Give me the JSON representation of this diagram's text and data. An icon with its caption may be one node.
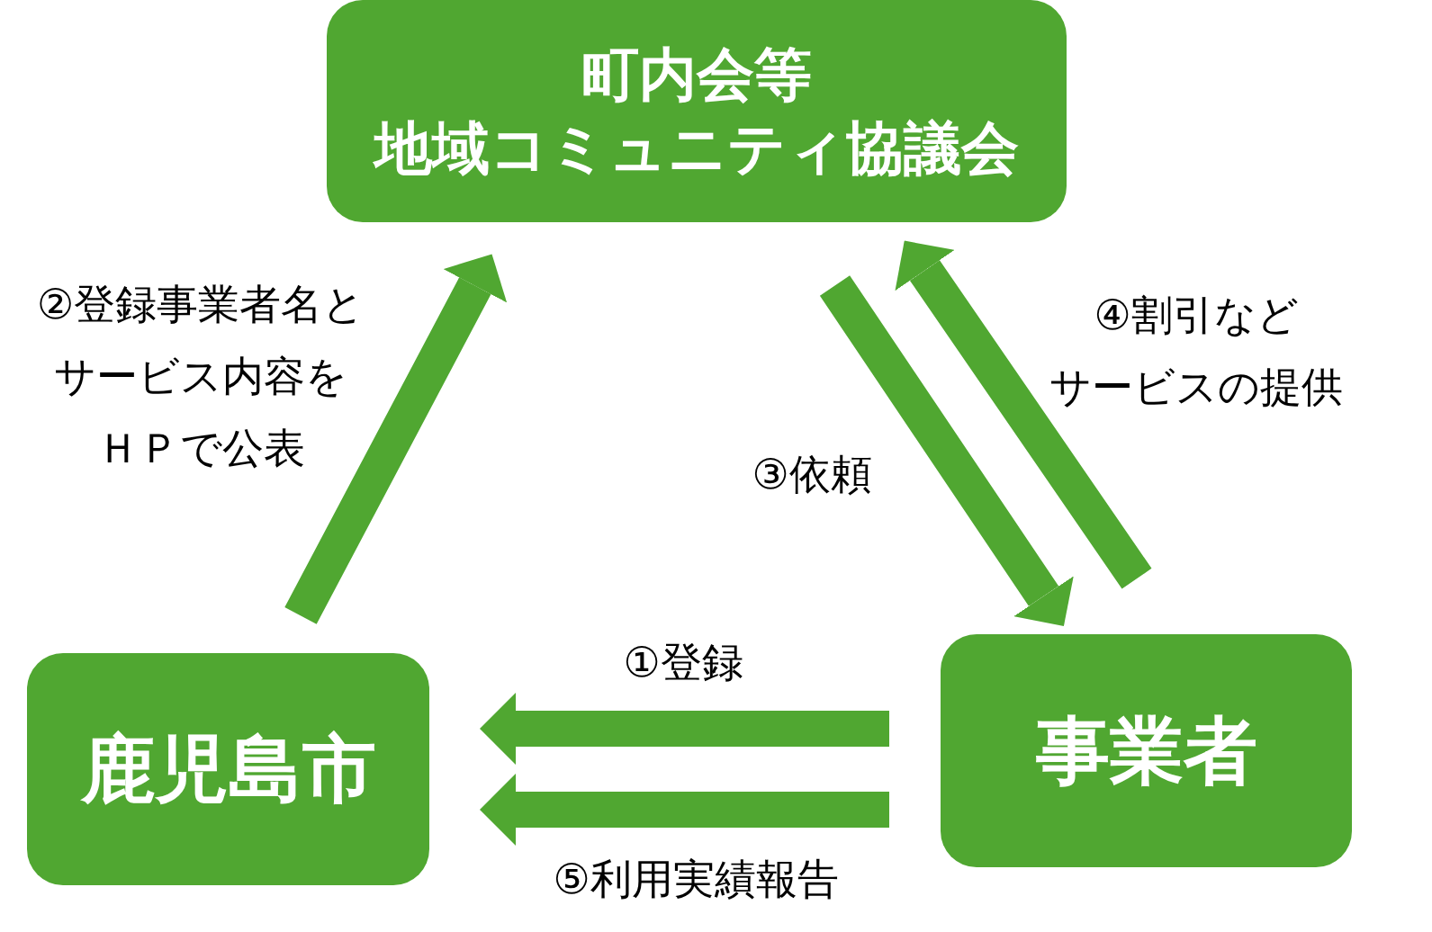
{
  "diagram": {
    "nodes": [
      {
        "text": [
          "町内会等",
          "地域コミュニティ協議会"
        ]
      },
      {
        "text": [
          "鹿児島市"
        ]
      },
      {
        "text": [
          "事業者"
        ]
      }
    ],
    "edges": [
      {
        "from": 1,
        "to": 0,
        "arrow": "to",
        "label": "②登録事業者名とサービス内容をＨＰで公表"
      },
      {
        "from": 0,
        "to": 2,
        "arrow": "to",
        "label": "③依頼"
      },
      {
        "from": 2,
        "to": 0,
        "arrow": "to",
        "label": "④割引などサービスの提供"
      },
      {
        "from": 2,
        "to": 1,
        "arrow": "to",
        "label": "①登録"
      },
      {
        "from": 2,
        "to": 1,
        "arrow": "to",
        "label": "⑤利用実績報告"
      }
    ]
  }
}
